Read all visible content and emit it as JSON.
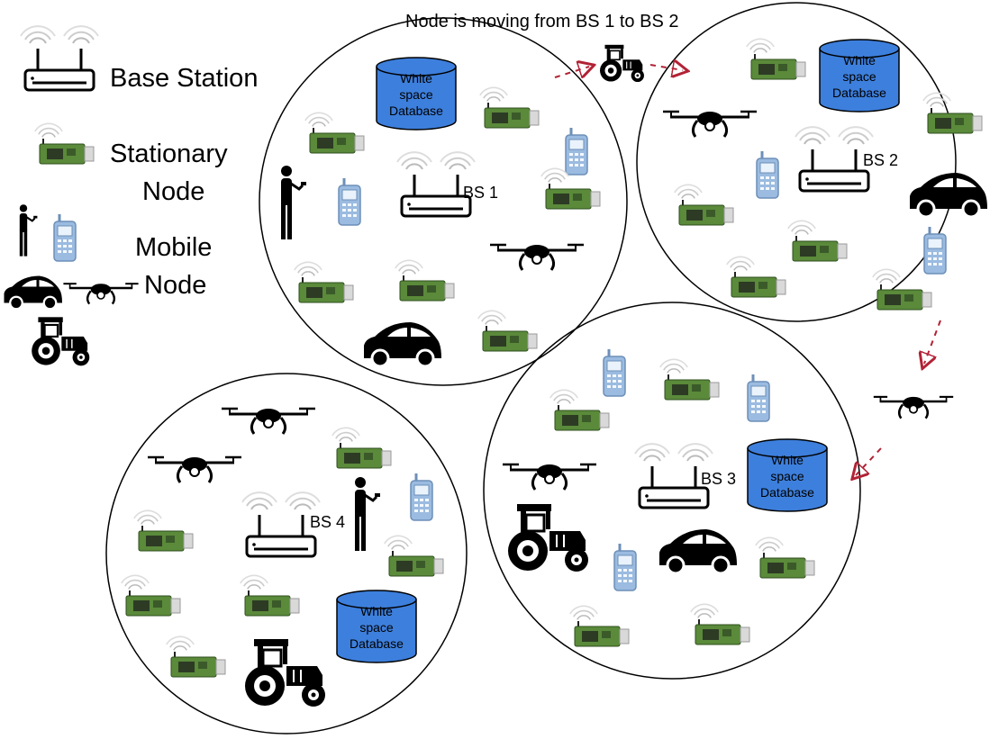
{
  "legend": {
    "base_station": "Base Station",
    "stationary_line1": "Stationary",
    "stationary_line2": "Node",
    "mobile_line1": "Mobile",
    "mobile_line2": "Node"
  },
  "caption": "Node is moving from BS 1 to BS 2",
  "cells": {
    "bs1": {
      "label": "BS 1",
      "db": [
        "White",
        "space",
        "Database"
      ]
    },
    "bs2": {
      "label": "BS 2",
      "db": [
        "White",
        "space",
        "Database"
      ]
    },
    "bs3": {
      "label": "BS 3",
      "db": [
        "White",
        "space",
        "Database"
      ]
    },
    "bs4": {
      "label": "BS 4",
      "db": [
        "White",
        "space",
        "Database"
      ]
    }
  },
  "colors": {
    "database_fill": "#3d7fdc",
    "node_board": "#5a8a3a",
    "phone": "#9bbbe0",
    "arrow": "#b22235"
  }
}
